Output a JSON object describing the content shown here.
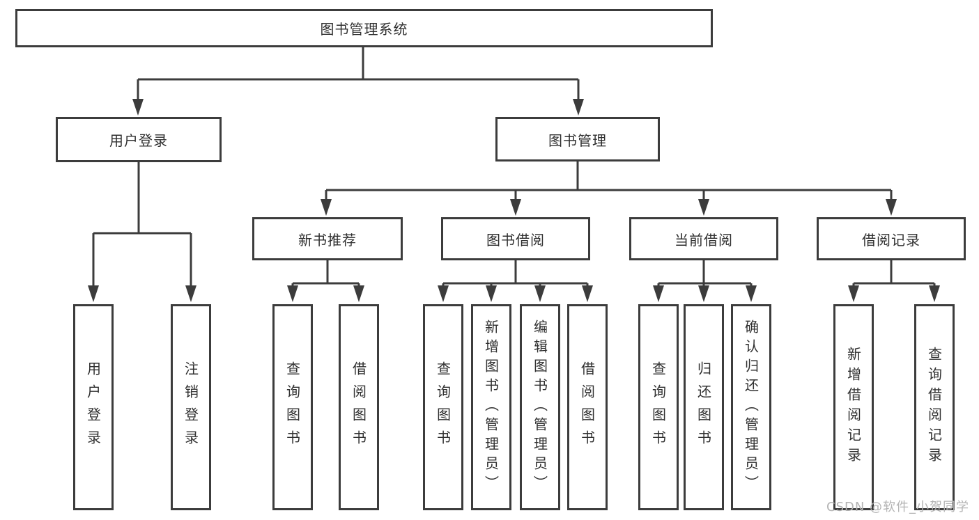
{
  "colors": {
    "line": "#3c3c3c",
    "text": "#303030",
    "watermark": "#b4b4b4",
    "background": "#ffffff"
  },
  "tree": {
    "root": {
      "label": "图书管理系统"
    },
    "branches": [
      {
        "label": "用户登录",
        "children": [
          {
            "label": "用户登录"
          },
          {
            "label": "注销登录"
          }
        ]
      },
      {
        "label": "图书管理",
        "sections": [
          {
            "label": "新书推荐",
            "children": [
              {
                "label": "查询图书"
              },
              {
                "label": "借阅图书"
              }
            ]
          },
          {
            "label": "图书借阅",
            "children": [
              {
                "label": "查询图书"
              },
              {
                "label": "新增图书（管理员）"
              },
              {
                "label": "编辑图书（管理员）"
              },
              {
                "label": "借阅图书"
              }
            ]
          },
          {
            "label": "当前借阅",
            "children": [
              {
                "label": "查询图书"
              },
              {
                "label": "归还图书"
              },
              {
                "label": "确认归还（管理员）"
              }
            ]
          },
          {
            "label": "借阅记录",
            "children": [
              {
                "label": "新增借阅记录"
              },
              {
                "label": "查询借阅记录"
              }
            ]
          }
        ]
      }
    ]
  },
  "watermark": "CSDN @软件_小贺同学"
}
